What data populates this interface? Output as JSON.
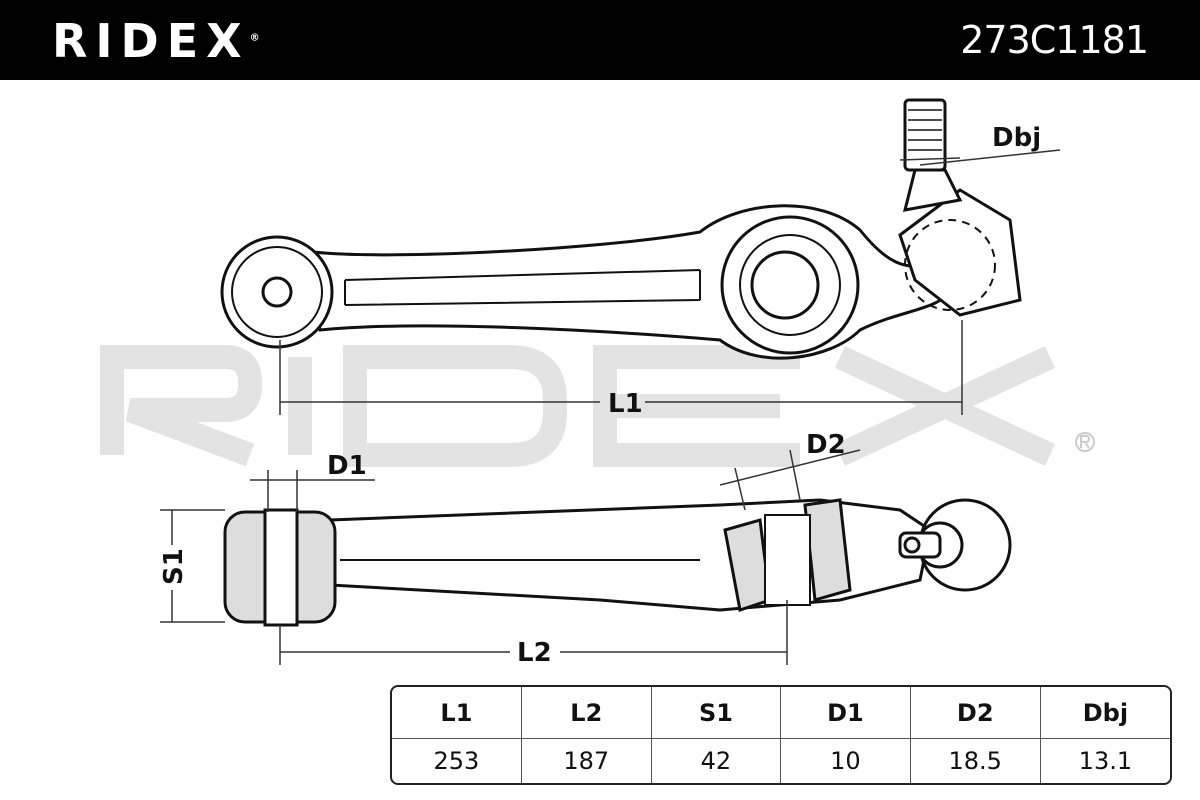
{
  "header": {
    "brand": "RIDEX",
    "part_number": "273C1181"
  },
  "watermark": "RIDEX",
  "dimension_labels": {
    "l1": "L1",
    "l2": "L2",
    "s1": "S1",
    "d1": "D1",
    "d2": "D2",
    "dbj": "Dbj"
  },
  "spec_table": {
    "headers": [
      "L1",
      "L2",
      "S1",
      "D1",
      "D2",
      "Dbj"
    ],
    "values": [
      "253",
      "187",
      "42",
      "10",
      "18.5",
      "13.1"
    ]
  }
}
